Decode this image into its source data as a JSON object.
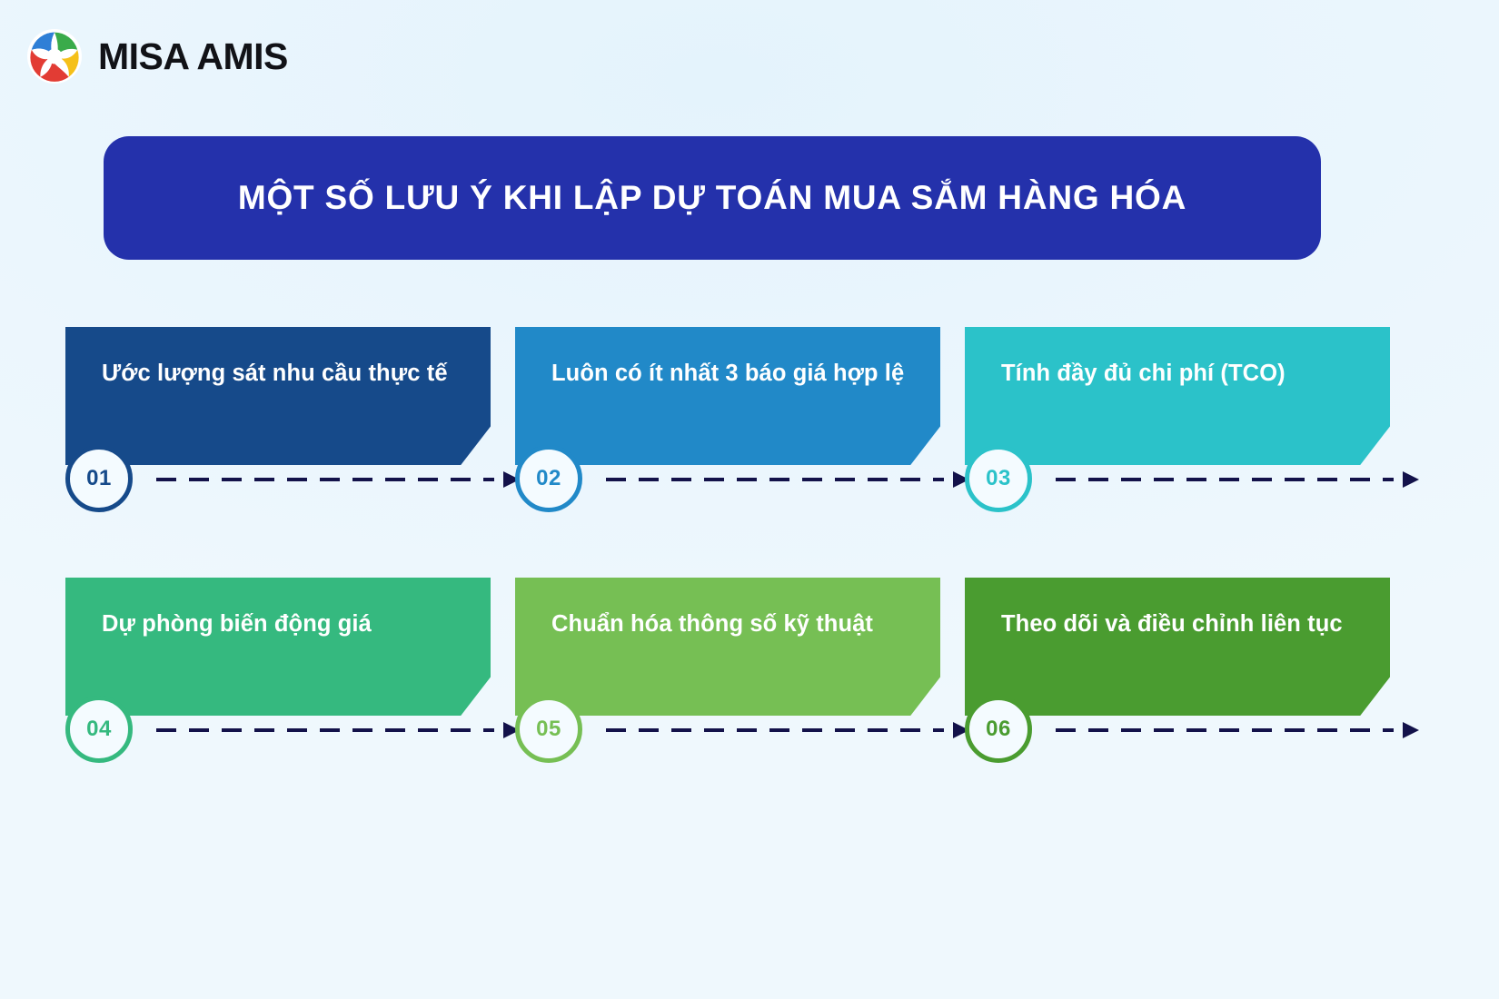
{
  "brand": {
    "logo_icon": "misa-swirl-logo-icon",
    "name": "MISA AMIS",
    "logo_colors": [
      "#2f7fd6",
      "#3aab4a",
      "#f5c019",
      "#e23c34"
    ]
  },
  "header": {
    "title": "MỘT SỐ LƯU Ý KHI LẬP DỰ TOÁN MUA SẮM HÀNG HÓA",
    "banner_color": "#2431ab",
    "title_color": "#ffffff"
  },
  "background_color": "#e9f5fd",
  "arrow": {
    "icon": "dashed-arrow-right-icon",
    "color": "#13124a"
  },
  "steps": [
    {
      "number": "01",
      "label": "Ước lượng sát nhu cầu thực tế",
      "color": "#164a8a",
      "has_arrow": true
    },
    {
      "number": "02",
      "label": "Luôn có ít nhất 3 báo giá hợp lệ",
      "color": "#2189c8",
      "has_arrow": true
    },
    {
      "number": "03",
      "label": "Tính đầy đủ chi phí (TCO)",
      "color": "#2bc2c9",
      "has_arrow": true
    },
    {
      "number": "04",
      "label": "Dự phòng biến động giá",
      "color": "#35b97f",
      "has_arrow": true
    },
    {
      "number": "05",
      "label": "Chuẩn hóa thông số kỹ thuật",
      "color": "#76bf54",
      "has_arrow": true
    },
    {
      "number": "06",
      "label": "Theo dõi và điều chỉnh liên tục",
      "color": "#4a9c30",
      "has_arrow": true
    }
  ]
}
